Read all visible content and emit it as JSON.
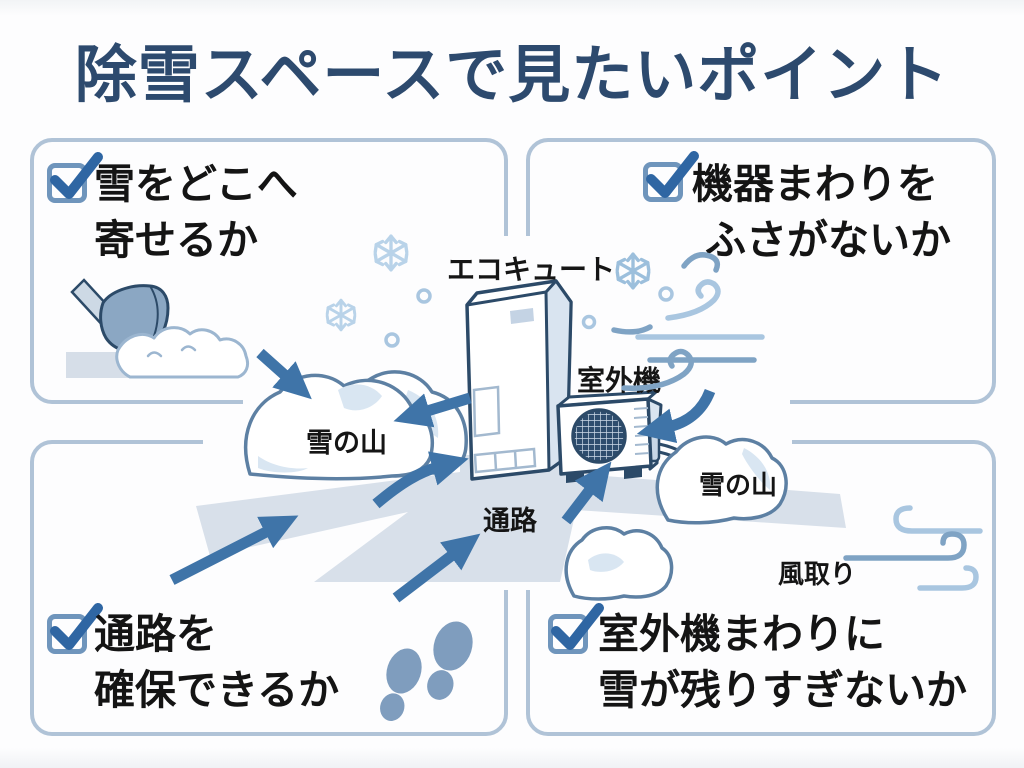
{
  "title": "除雪スペースで見たいポイント",
  "checklist": {
    "top_left": {
      "checked": true,
      "line1": "雪をどこへ",
      "line2": "寄せるか"
    },
    "top_right": {
      "checked": true,
      "line1": "機器まわりを",
      "line2": "ふさがないか"
    },
    "bottom_left": {
      "checked": true,
      "line1": "通路を",
      "line2": "確保できるか"
    },
    "bottom_right": {
      "checked": true,
      "line1": "室外機まわりに",
      "line2": "雪が残りすぎないか"
    }
  },
  "illustration": {
    "labels": {
      "ecocute": "エコキュート",
      "outdoor_unit": "室外機",
      "snow_pile_left": "雪の山",
      "snow_pile_right": "雪の山",
      "pathway": "通路",
      "wind_intake": "風取り"
    },
    "icons": [
      "checkbox-checked-icon",
      "snow-shovel-icon",
      "snow-pile-icon",
      "snowflake-icon",
      "wind-swirl-icon",
      "direction-arrow-icon",
      "footprints-icon",
      "heat-pump-tank-icon",
      "outdoor-unit-fan-icon"
    ]
  },
  "colors": {
    "title": "#2d4a6e",
    "panel_border": "#b0c3d7",
    "checkbox_border": "#6f95bc",
    "checkmark": "#2f66a3",
    "text": "#141414",
    "arrow": "#3f74a8",
    "outline_navy": "#2c4a68",
    "pile_outline": "#5d80a3",
    "path_fill": "#d8e0ea",
    "wind_light": "#a9c6e0",
    "wind_medium": "#7fa3c4",
    "snowflake": "#b9d3e9",
    "footprint": "#7f9dbe",
    "snow_shadow": "#d9e6f2",
    "unit_side_face": "#d9e4f0"
  }
}
